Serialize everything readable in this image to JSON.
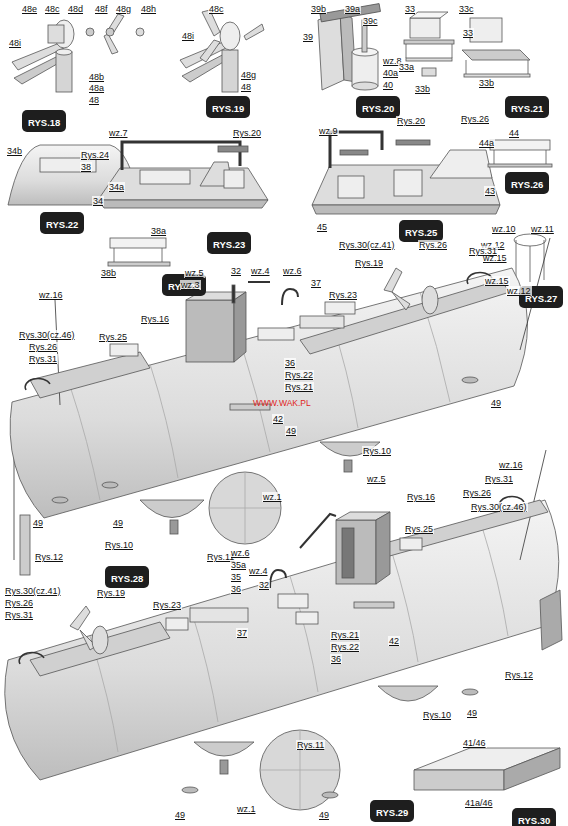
{
  "diagram": {
    "nodes": [
      {
        "text": [
          "RYS.18"
        ]
      },
      {
        "text": [
          "RYS.19"
        ]
      },
      {
        "text": [
          "RYS.20"
        ]
      },
      {
        "text": [
          "RYS.21"
        ]
      },
      {
        "text": [
          "RYS.22"
        ]
      },
      {
        "text": [
          "RYS.23"
        ]
      },
      {
        "text": [
          "RYS.24"
        ]
      },
      {
        "text": [
          "RYS.25"
        ]
      },
      {
        "text": [
          "RYS.26"
        ]
      },
      {
        "text": [
          "RYS.27"
        ]
      },
      {
        "text": [
          "RYS.28"
        ]
      },
      {
        "text": [
          "RYS.29"
        ]
      },
      {
        "text": [
          "RYS.30"
        ]
      }
    ],
    "labels": [
      "48e",
      "48c",
      "48d",
      "48f",
      "48g",
      "48h",
      "48i",
      "48b",
      "48a",
      "48",
      "48c",
      "48i",
      "48g",
      "48",
      "39a",
      "39b",
      "39c",
      "39",
      "wz.8",
      "40a",
      "40",
      "33",
      "33c",
      "33",
      "33a",
      "33b",
      "33b",
      "34b",
      "34a",
      "34",
      "wz.7",
      "Rys.20",
      "Rys.24",
      "38",
      "38a",
      "38b",
      "wz.9",
      "Rys.20",
      "Rys.26",
      "43",
      "45",
      "44",
      "44a",
      "wz.10",
      "wz.11",
      "wz.12",
      "wz.15",
      "wz.15",
      "wz.12",
      "wz.16",
      "Rys.30(cz.46)",
      "Rys.26",
      "Rys.31",
      "Rys.16",
      "Rys.25",
      "wz.5",
      "wz.3",
      "32",
      "wz.4",
      "wz.6",
      "37",
      "Rys.23",
      "Rys.30(cz.41)",
      "Rys.26",
      "Rys.19",
      "Rys.31",
      "36",
      "Rys.22",
      "Rys.21",
      "42",
      "WWW.WAK.PL",
      "49",
      "49",
      "Rys.10",
      "49",
      "49",
      "wz.1",
      "Rys.11",
      "Rys.10",
      "Rys.12",
      "wz.16",
      "Rys.31",
      "Rys.26",
      "Rys.30(cz.46)",
      "wz.5",
      "Rys.16",
      "Rys.25",
      "wz.4",
      "32",
      "wz.6",
      "35a",
      "35",
      "36",
      "Rys.30(cz.41)",
      "Rys.26",
      "Rys.31",
      "Rys.19",
      "Rys.23",
      "37",
      "Rys.21",
      "Rys.22",
      "36",
      "42",
      "Rys.12",
      "49",
      "Rys.10",
      "Rys.11",
      "wz.1",
      "49",
      "49",
      "41/46",
      "41a/46"
    ]
  }
}
